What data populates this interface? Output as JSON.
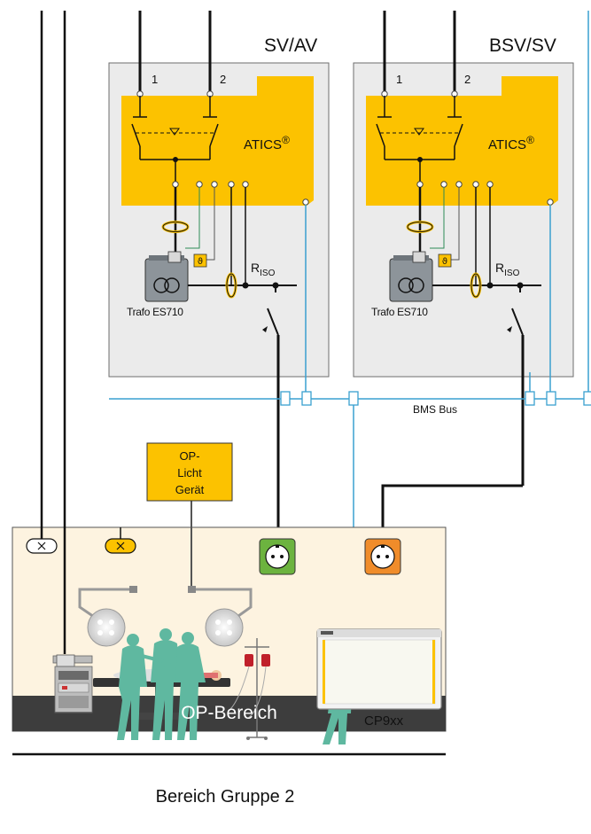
{
  "panels": [
    {
      "title": "SV/AV",
      "input_1": "1",
      "input_2": "2",
      "device": "ATICS",
      "device_mark": "®",
      "transformer": "Trafo ES710",
      "riso_main": "R",
      "riso_sub": "ISO"
    },
    {
      "title": "BSV/SV",
      "input_1": "1",
      "input_2": "2",
      "device": "ATICS",
      "device_mark": "®",
      "transformer": "Trafo ES710",
      "riso_main": "R",
      "riso_sub": "ISO"
    }
  ],
  "bus_label": "BMS Bus",
  "light_device": {
    "line1": "OP-",
    "line2": "Licht",
    "line3": "Gerät"
  },
  "panel_device": "CP9xx",
  "room_label": "OP-Bereich",
  "group_label": "Bereich Gruppe 2",
  "colors": {
    "yellow": "#fcc200",
    "grey_panel": "#ebebeb",
    "bus": "#3aa0d0",
    "room_bg": "#fdf3e0",
    "green_socket": "#6cb33f",
    "orange_socket": "#f08c2a",
    "dark_bar": "#3d3d3d"
  }
}
